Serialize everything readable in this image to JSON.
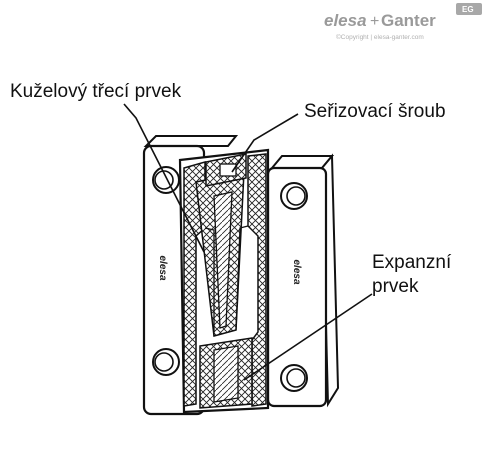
{
  "brand": {
    "name_left": "elesa",
    "plus": "+",
    "name_right": "Ganter",
    "badge": "EG",
    "copyright": "©Copyright | elesa-ganter.com"
  },
  "labels": {
    "cone_friction": "Kuželový třecí prvek",
    "adjusting_screw": "Seřizovací šroub",
    "expansion_line1": "Expanzní",
    "expansion_line2": "prvek"
  },
  "part_markings": {
    "left_leaf": "elesa",
    "right_leaf": "elesa"
  }
}
